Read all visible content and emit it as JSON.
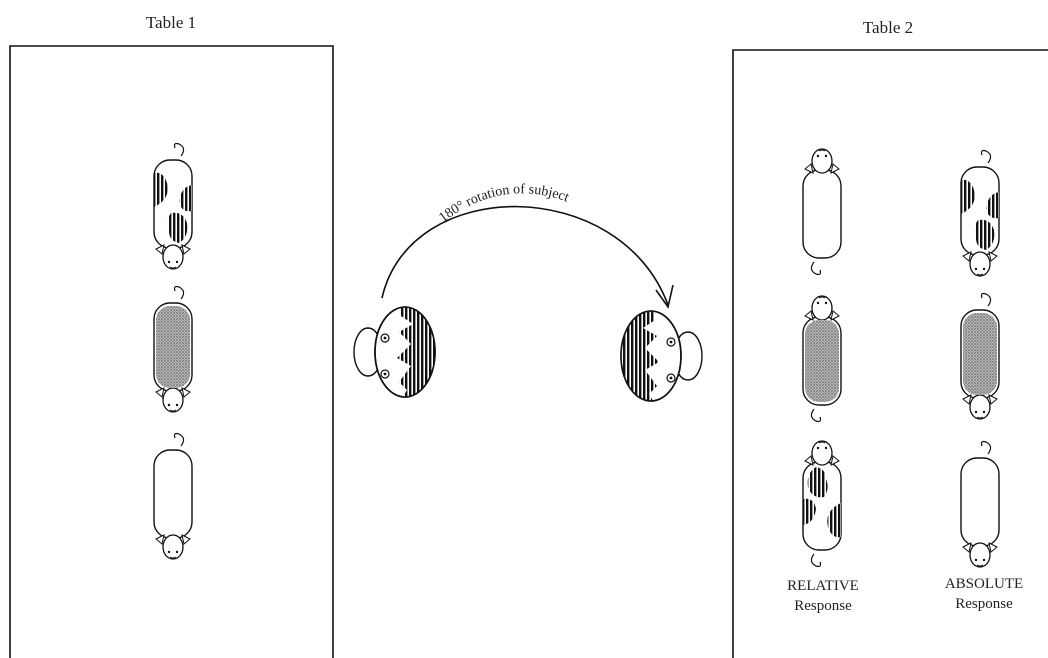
{
  "table1": {
    "title": "Table 1"
  },
  "table2": {
    "title": "Table 2",
    "relative": {
      "line1": "RELATIVE",
      "line2": "Response"
    },
    "absolute": {
      "line1": "ABSOLUTE",
      "line2": "Response"
    }
  },
  "rotation": {
    "label": "180° rotation of subject"
  },
  "colors": {
    "ink": "#111111",
    "gray": "#8a8a8a",
    "paper": "#ffffff"
  }
}
